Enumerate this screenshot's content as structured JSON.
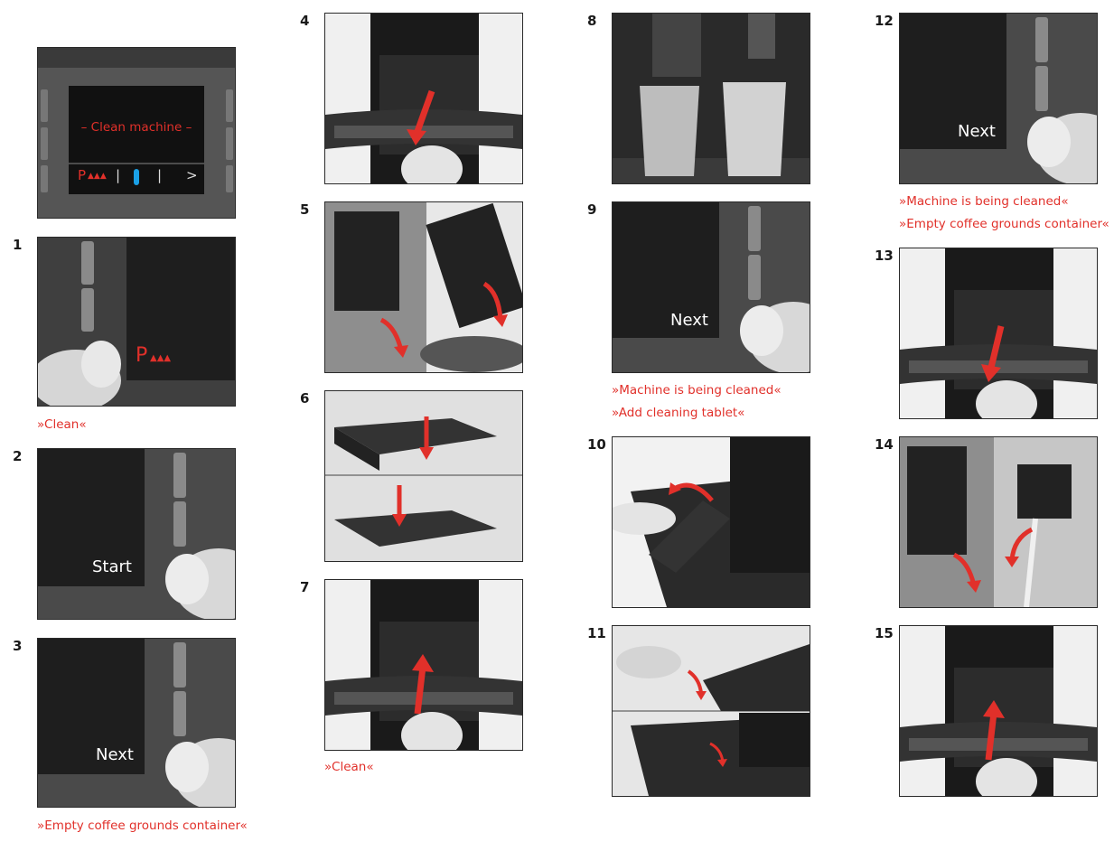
{
  "steps": {
    "s1": "1",
    "s2": "2",
    "s3": "3",
    "s4": "4",
    "s5": "5",
    "s6": "6",
    "s7": "7",
    "s8": "8",
    "s9": "9",
    "s10": "10",
    "s11": "11",
    "s12": "12",
    "s13": "13",
    "s14": "14",
    "s15": "15"
  },
  "display": {
    "title": "– Clean machine –",
    "symbol_left": "P",
    "sep": "|",
    "arrow": ">"
  },
  "screens": {
    "clean_symbol": "P",
    "start": "Start",
    "next": "Next"
  },
  "captions": {
    "c1": "»Clean«",
    "c3": "»Empty coffee grounds container«",
    "c7": "»Clean«",
    "c9a": "»Machine is being cleaned«",
    "c9b": "»Add cleaning tablet«",
    "c12a": "»Machine is being cleaned«",
    "c12b": "»Empty coffee grounds container«"
  },
  "colors": {
    "accent_red": "#e1302a",
    "accent_blue": "#1aa0e6",
    "screen_black": "#1e1e1e"
  }
}
